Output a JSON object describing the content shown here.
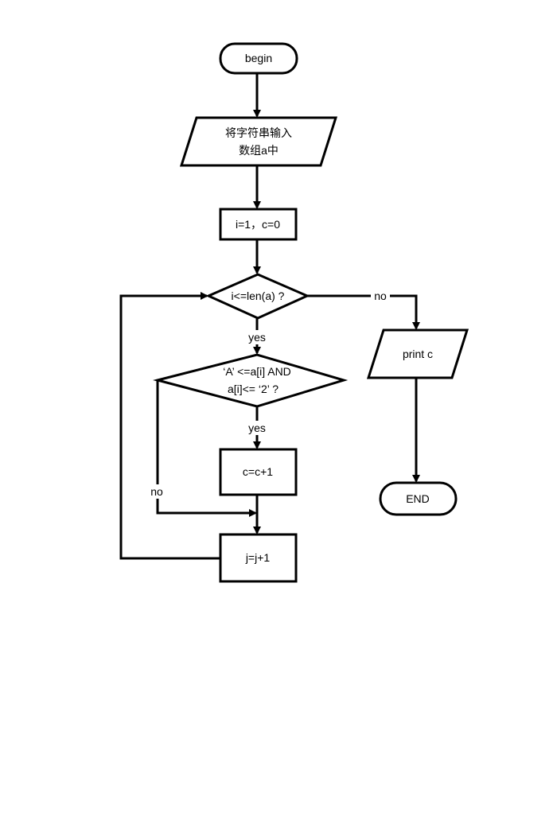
{
  "nodes": {
    "begin": "begin",
    "input_line1": "将字符串输入",
    "input_line2": "数组a中",
    "init": "i=1，c=0",
    "cond1": "i<=len(a) ?",
    "cond2_line1": "‘A’ <=a[i] AND",
    "cond2_line2": "a[i]<= ‘2’ ?",
    "increment_c": "c=c+1",
    "increment_j": "j=j+1",
    "print": "print c",
    "end": "END"
  },
  "labels": {
    "cond1_yes": "yes",
    "cond1_no": "no",
    "cond2_yes": "yes",
    "cond2_no": "no"
  }
}
